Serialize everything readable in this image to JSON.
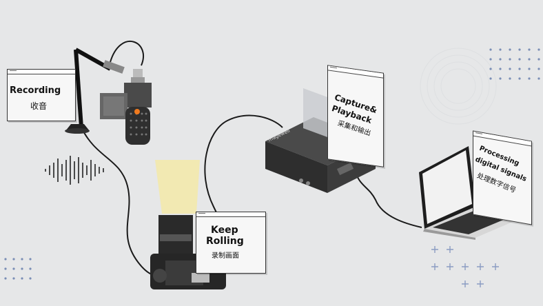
{
  "labels": {
    "recording_en": "Recording",
    "recording_zh": "收音",
    "capture_en_1": "Capture&",
    "capture_en_2": "Playback",
    "capture_zh": "采集和输出",
    "keep_en_1": "Keep",
    "keep_en_2": "Rolling",
    "keep_zh": "录制画面",
    "processing_en_1": "Processing",
    "processing_en_2": "digital signals",
    "processing_zh": "处理数字信号"
  },
  "device_brand": "magewell",
  "colors": {
    "background": "#e6e7e8",
    "device": "#3a3a3a",
    "cable": "#1a1a1a",
    "mic_dot": "#f07a1e",
    "light_beam": "#f3e9a8",
    "dots": "#7a8eb5"
  }
}
